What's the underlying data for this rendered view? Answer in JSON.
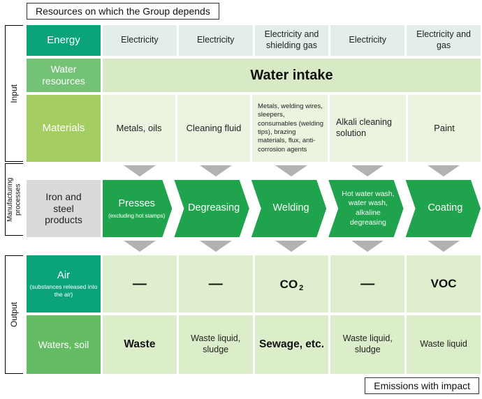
{
  "top_title": "Resources on which the Group depends",
  "bottom_title": "Emissions with impact",
  "side_labels": {
    "input": "Input",
    "manufacturing": "Manufacturing processes",
    "output": "Output"
  },
  "rows": {
    "energy": {
      "header": "Energy",
      "cells": [
        "Electricity",
        "Electricity",
        "Electricity and shielding gas",
        "Electricity",
        "Electricity and gas"
      ]
    },
    "water": {
      "header": "Water resources",
      "cell": "Water intake"
    },
    "materials": {
      "header": "Materials",
      "cells": [
        "Metals, oils",
        "Cleaning fluid",
        "Metals, welding wires, sleepers, consumables (welding tips), brazing materials, flux, anti-corrosion agents",
        "Alkali cleaning solution",
        "Paint"
      ]
    },
    "process": {
      "header": "Iron and steel products",
      "steps": [
        {
          "label": "Presses",
          "sub": "(excluding hot stamps)"
        },
        {
          "label": "Degreasing",
          "sub": ""
        },
        {
          "label": "Welding",
          "sub": ""
        },
        {
          "label": "Hot water wash, water wash, alkaline degreasing",
          "sub": ""
        },
        {
          "label": "Coating",
          "sub": ""
        }
      ]
    },
    "air": {
      "header": "Air",
      "header_sub": "(substances released into the air)",
      "cells": [
        {
          "text": "—"
        },
        {
          "text": "—"
        },
        {
          "text": "CO",
          "sub": "2"
        },
        {
          "text": "—"
        },
        {
          "text": "VOC"
        }
      ]
    },
    "waters": {
      "header": "Waters, soil",
      "cells": [
        "Waste",
        "Waste liquid, sludge",
        "Sewage, etc.",
        "Waste liquid, sludge",
        "Waste liquid"
      ]
    }
  },
  "colors": {
    "teal_header": "#0ba47a",
    "green_header": "#74c276",
    "lime_header": "#a4ce62",
    "gray_header": "#dadada",
    "waters_header": "#64bc63",
    "process_green": "#1fa34c",
    "arrow_gray": "#b2b2b2",
    "energy_cell": "#e4eee8",
    "water_cell": "#d7e9c5",
    "materials_cell": "#ecf3df",
    "air_cell": "#dfeecd",
    "waters_cell": "#dcedc9"
  }
}
